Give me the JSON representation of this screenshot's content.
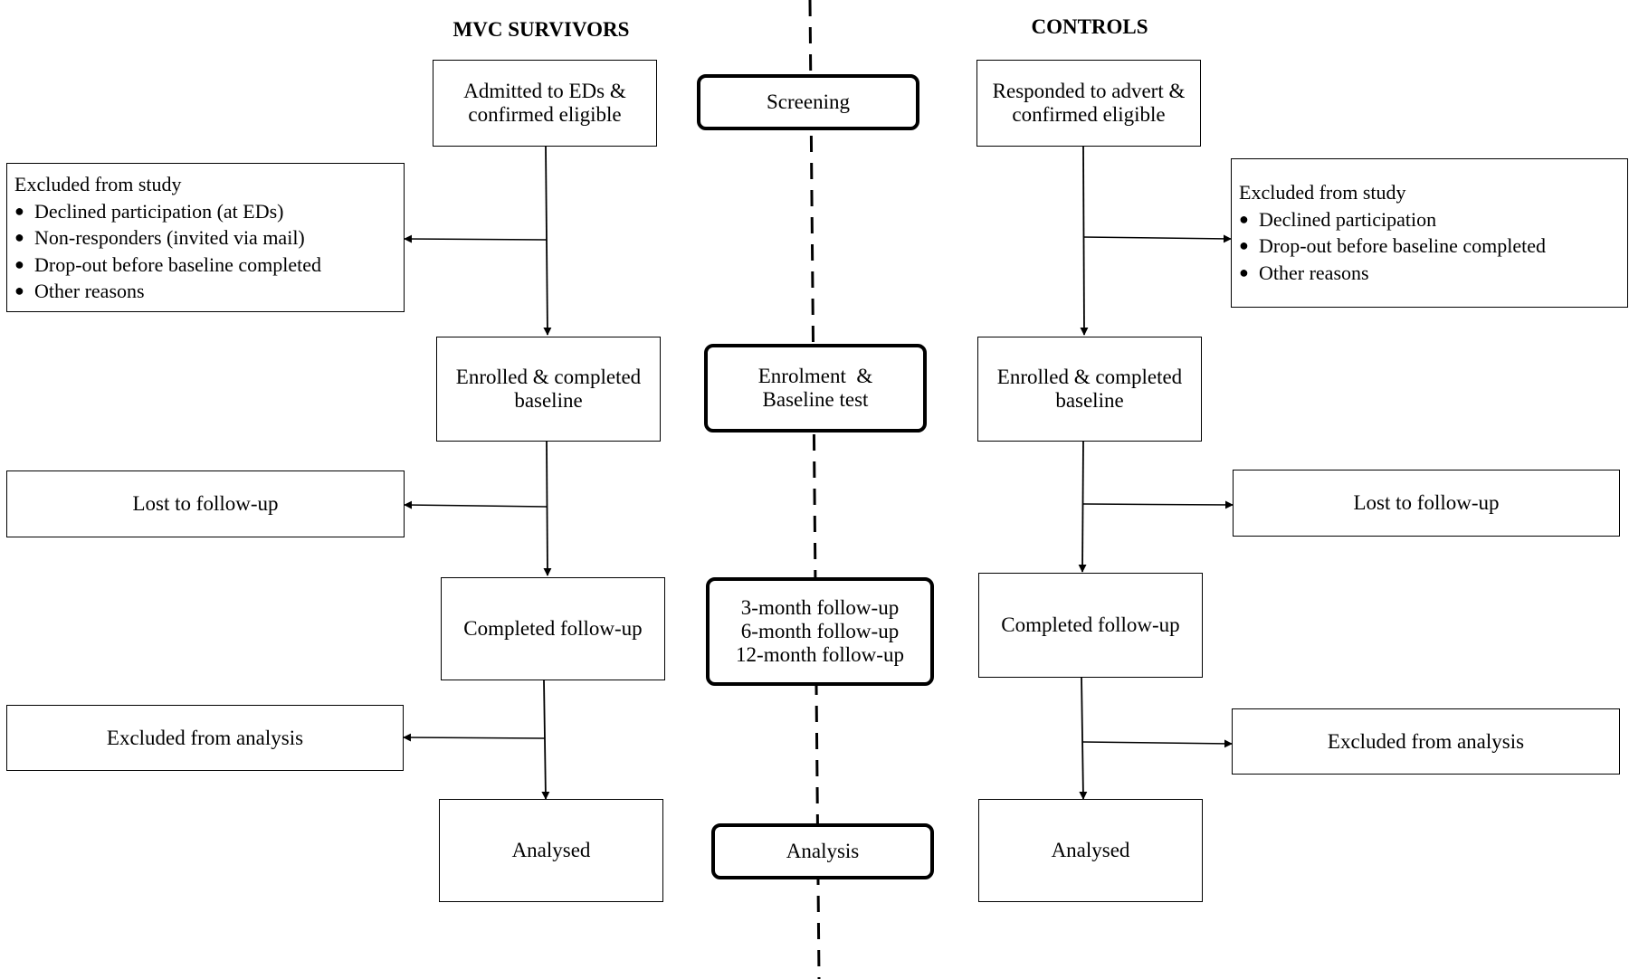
{
  "headings": {
    "left": "MVC SURVIVORS",
    "right": "CONTROLS"
  },
  "stages": {
    "screening": [
      "Screening"
    ],
    "enrolment": [
      "Enrolment  &",
      "Baseline test"
    ],
    "followup": [
      "3-month follow-up",
      "6-month follow-up",
      "12-month follow-up"
    ],
    "analysis": [
      "Analysis"
    ]
  },
  "left": {
    "screening": [
      "Admitted to EDs &",
      "confirmed eligible"
    ],
    "excluded_study": {
      "title": "Excluded from study",
      "items": [
        "Declined participation (at EDs)",
        "Non-responders (invited via mail)",
        "Drop-out before baseline completed",
        "Other reasons"
      ]
    },
    "enrolled": [
      "Enrolled & completed",
      "baseline"
    ],
    "lost": [
      "Lost to follow-up"
    ],
    "completed": [
      "Completed follow-up"
    ],
    "excluded_analysis": [
      "Excluded from analysis"
    ],
    "analysed": [
      "Analysed"
    ]
  },
  "right": {
    "screening": [
      "Responded to advert &",
      "confirmed eligible"
    ],
    "excluded_study": {
      "title": "Excluded from study",
      "items": [
        "Declined participation",
        "Drop-out before baseline completed",
        "Other reasons"
      ]
    },
    "enrolled": [
      "Enrolled & completed",
      "baseline"
    ],
    "lost": [
      "Lost to follow-up"
    ],
    "completed": [
      "Completed follow-up"
    ],
    "excluded_analysis": [
      "Excluded from analysis"
    ],
    "analysed": [
      "Analysed"
    ]
  },
  "colors": {
    "line": "#000000",
    "background": "#ffffff"
  }
}
